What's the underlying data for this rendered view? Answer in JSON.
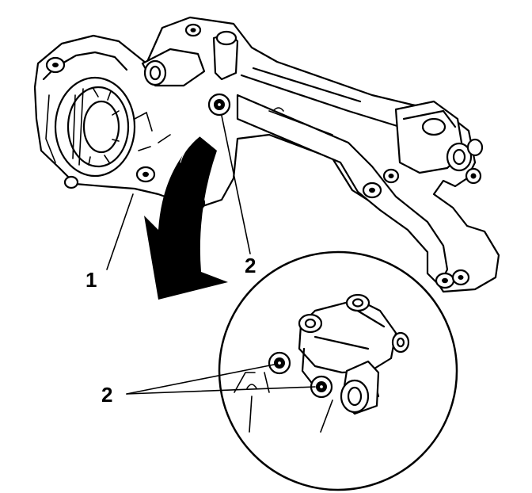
{
  "callouts": {
    "oil_pump_body": "1",
    "dowel_upper": "2",
    "dowels_detail": "2"
  },
  "colors": {
    "ink": "#000000",
    "paper": "#ffffff"
  }
}
